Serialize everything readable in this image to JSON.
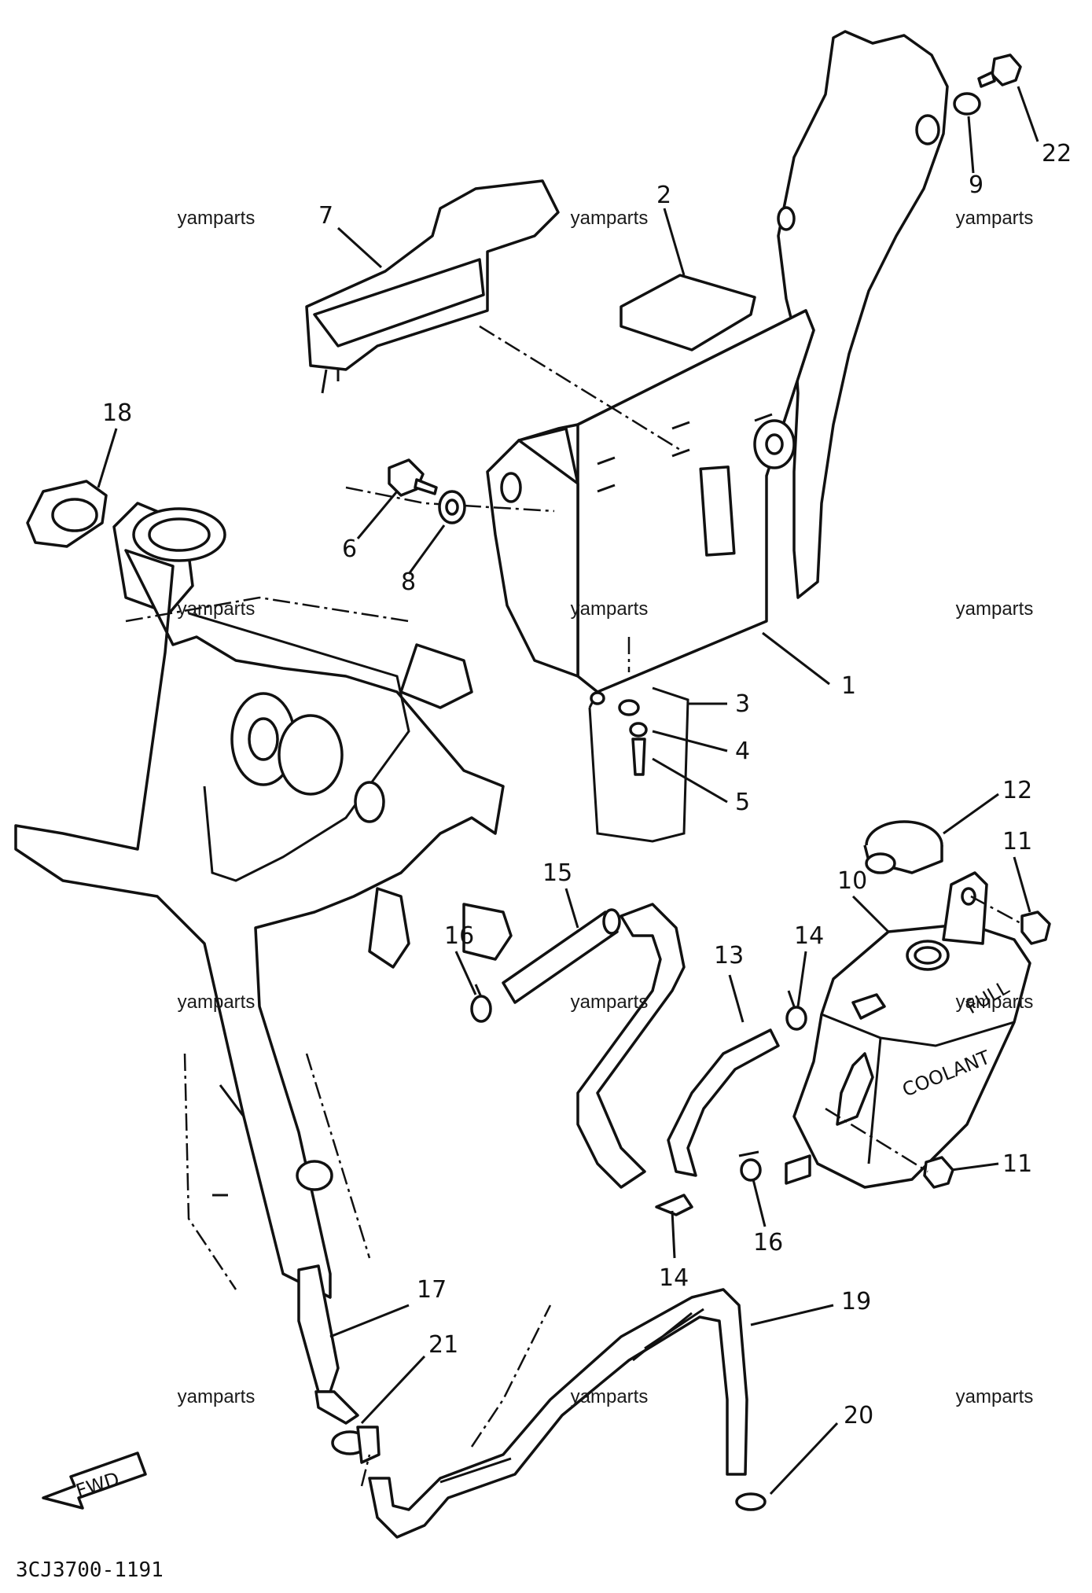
{
  "diagram": {
    "watermark_text": "yamparts",
    "drawing_code": "3CJ3700-1191",
    "fwd_label": "FWD",
    "tank_labels": {
      "full": "FULL",
      "coolant": "COOLANT"
    },
    "callouts": [
      {
        "id": "c1",
        "label": "1"
      },
      {
        "id": "c2",
        "label": "2"
      },
      {
        "id": "c3",
        "label": "3"
      },
      {
        "id": "c4",
        "label": "4"
      },
      {
        "id": "c5",
        "label": "5"
      },
      {
        "id": "c6",
        "label": "6"
      },
      {
        "id": "c7",
        "label": "7"
      },
      {
        "id": "c8",
        "label": "8"
      },
      {
        "id": "c9",
        "label": "9"
      },
      {
        "id": "c10",
        "label": "10"
      },
      {
        "id": "c11a",
        "label": "11"
      },
      {
        "id": "c11b",
        "label": "11"
      },
      {
        "id": "c12",
        "label": "12"
      },
      {
        "id": "c13",
        "label": "13"
      },
      {
        "id": "c14a",
        "label": "14"
      },
      {
        "id": "c14b",
        "label": "14"
      },
      {
        "id": "c15",
        "label": "15"
      },
      {
        "id": "c16a",
        "label": "16"
      },
      {
        "id": "c16b",
        "label": "16"
      },
      {
        "id": "c17",
        "label": "17"
      },
      {
        "id": "c18",
        "label": "18"
      },
      {
        "id": "c19",
        "label": "19"
      },
      {
        "id": "c20",
        "label": "20"
      },
      {
        "id": "c21",
        "label": "21"
      },
      {
        "id": "c22",
        "label": "22"
      }
    ]
  }
}
